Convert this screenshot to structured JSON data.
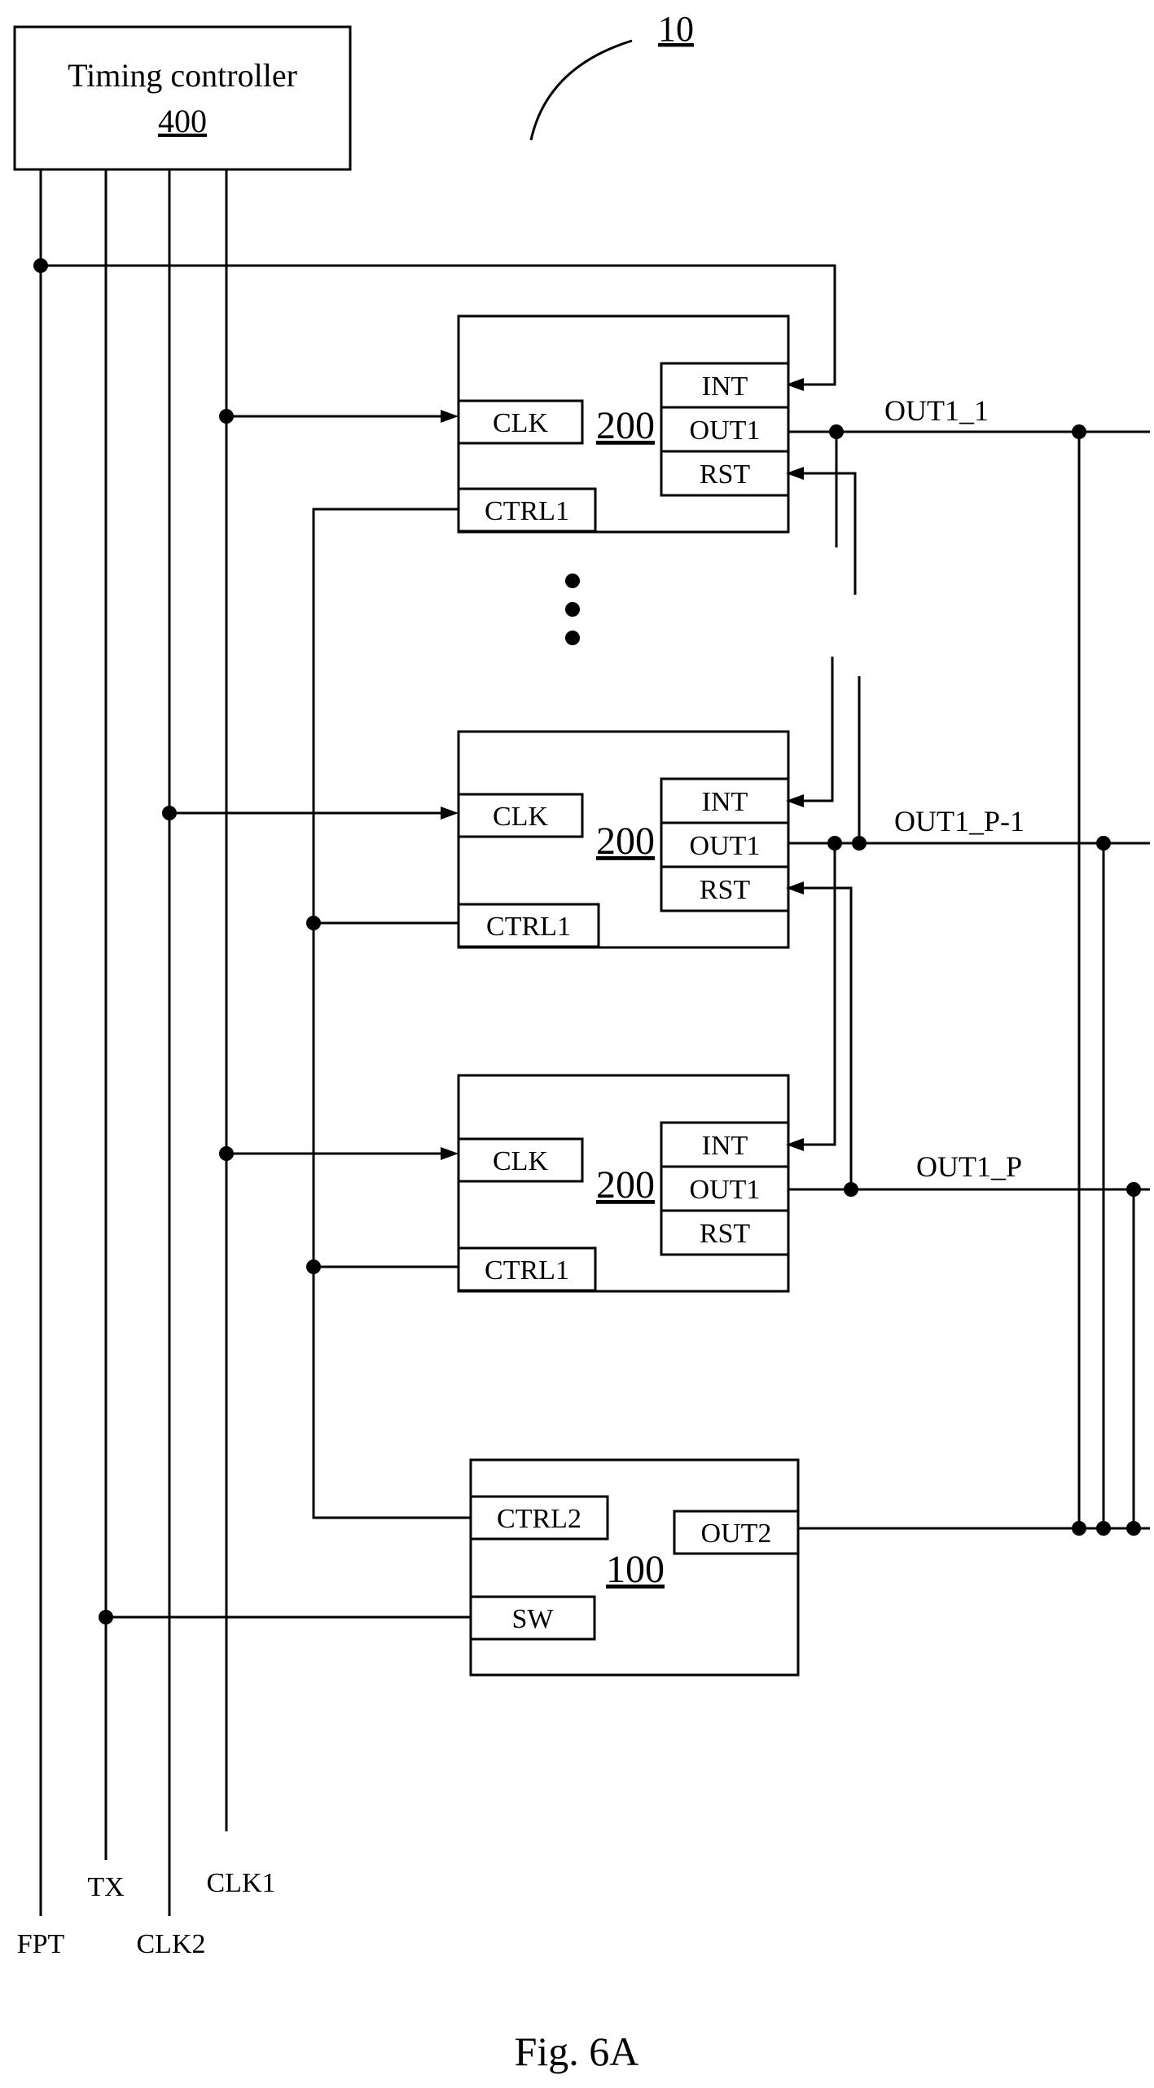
{
  "figure": {
    "ref_number": "10",
    "caption": "Fig. 6A"
  },
  "timing_controller": {
    "title": "Timing controller",
    "ref": "400"
  },
  "signal_lines": {
    "fpt": "FPT",
    "tx": "TX",
    "clk2": "CLK2",
    "clk1": "CLK1"
  },
  "stages": [
    {
      "ref": "200",
      "ports": {
        "clk": "CLK",
        "ctrl": "CTRL1",
        "int": "INT",
        "out": "OUT1",
        "rst": "RST"
      },
      "output_label": "OUT1_1"
    },
    {
      "ref": "200",
      "ports": {
        "clk": "CLK",
        "ctrl": "CTRL1",
        "int": "INT",
        "out": "OUT1",
        "rst": "RST"
      },
      "output_label": "OUT1_P-1"
    },
    {
      "ref": "200",
      "ports": {
        "clk": "CLK",
        "ctrl": "CTRL1",
        "int": "INT",
        "out": "OUT1",
        "rst": "RST"
      },
      "output_label": "OUT1_P"
    }
  ],
  "switch_unit": {
    "ref": "100",
    "ports": {
      "ctrl": "CTRL2",
      "sw": "SW",
      "out": "OUT2"
    }
  }
}
